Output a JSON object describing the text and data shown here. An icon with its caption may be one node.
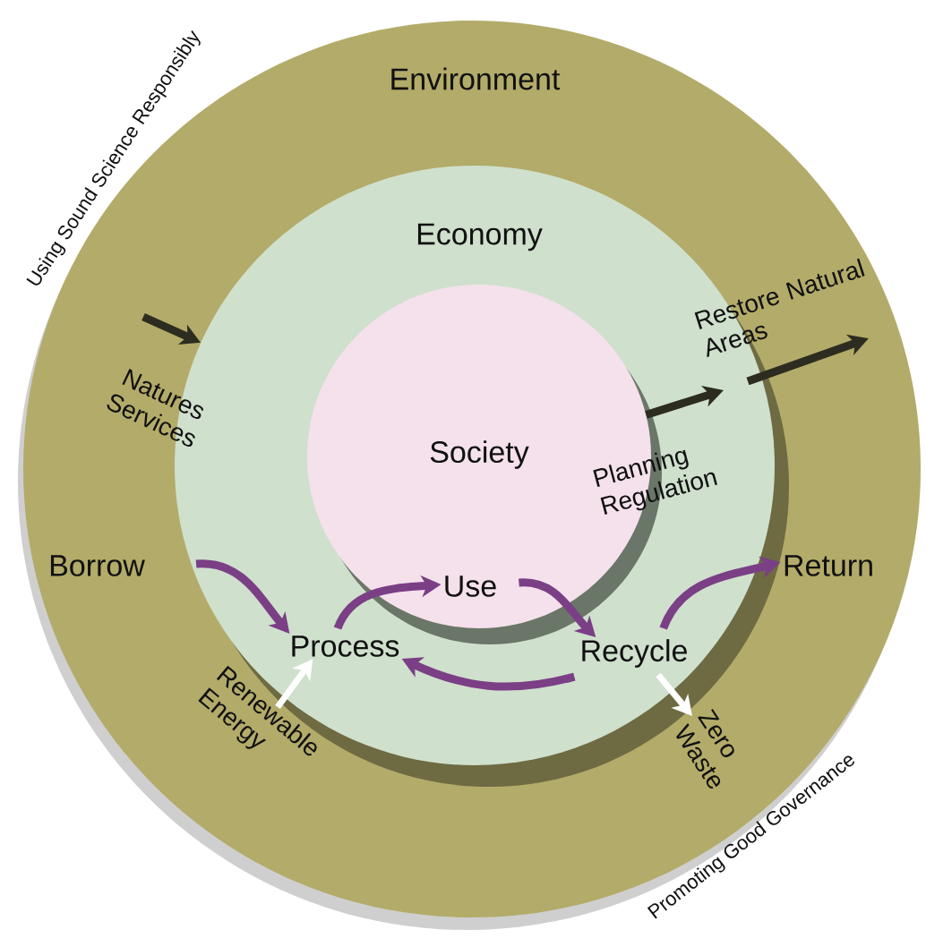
{
  "diagram": {
    "nodes": [
      {
        "text": [
          "Environment"
        ]
      },
      {
        "text": [
          "Economy"
        ],
        "in": 0
      },
      {
        "text": [
          "Society"
        ],
        "in": 1
      },
      {
        "text": [
          "Borrow"
        ],
        "in": 0
      },
      {
        "text": [
          "Process"
        ],
        "in": 1
      },
      {
        "text": [
          "Use"
        ],
        "in": 2
      },
      {
        "text": [
          "Recycle"
        ],
        "in": 1
      },
      {
        "text": [
          "Return"
        ],
        "in": 0
      },
      {
        "text": [
          "Renewable Energy"
        ],
        "in": 0
      },
      {
        "text": [
          "Zero Waste"
        ],
        "in": 0
      }
    ],
    "edges": [
      {
        "from": 3,
        "to": 4,
        "arrow": "to"
      },
      {
        "from": 4,
        "to": 5,
        "arrow": "to"
      },
      {
        "from": 5,
        "to": 6,
        "arrow": "to"
      },
      {
        "from": 6,
        "to": 4,
        "arrow": "to"
      },
      {
        "from": 6,
        "to": 7,
        "arrow": "to"
      },
      {
        "from": null,
        "to": 1,
        "arrow": "to",
        "label": "Natures Services",
        "color": "#2d2c20"
      },
      {
        "from": 2,
        "to": null,
        "arrow": "to",
        "label": "Planning Regulation",
        "color": "#2d2c20"
      },
      {
        "from": 1,
        "to": null,
        "arrow": "to",
        "label": "Restore Natural Areas",
        "color": "#2d2c20"
      },
      {
        "from": 8,
        "to": 4,
        "arrow": "to",
        "color": "#ffffff"
      },
      {
        "from": 6,
        "to": 9,
        "arrow": "to",
        "color": "#ffffff"
      }
    ],
    "labels": [
      "Using Sound Science Responsibly",
      "Promoting Good Governance"
    ]
  }
}
